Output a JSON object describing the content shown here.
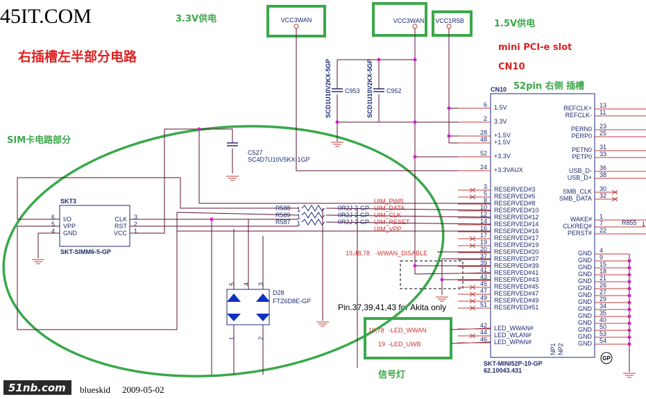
{
  "watermark": "45IT.COM",
  "title": "右插槽左半部分电路",
  "annotations": {
    "power_33": "3.3V供电",
    "power_15": "1.5V供电",
    "slot_desc": "mini PCI-e slot",
    "slot_ref": "CN10",
    "slot_pins": "52pin 右侧 插槽",
    "sim_section": "SIM卡电路部分",
    "led_section": "信号灯",
    "akita_note": "Pin.37,39,41,43 for Akita only"
  },
  "power_nets": {
    "vcc3wan_a": "VCC3WAN",
    "vcc3wan_b": "VCC3WAN",
    "vcc1r5b": "VCC1R5B"
  },
  "capacitors": {
    "c953": {
      "ref": "C953",
      "part": "SCD1U10V2KX-5GP"
    },
    "c952": {
      "ref": "C952",
      "part": "SCD1U10V2KX-5GP"
    },
    "c527": {
      "ref": "C527",
      "part": "SC4D7U10V5KX-1GP"
    }
  },
  "sim_socket": {
    "ref": "SKT3",
    "part": "SKT-SIMM6-5-GP",
    "left_pins": [
      {
        "num": "6",
        "label": "I/O"
      },
      {
        "num": "5",
        "label": "VPP"
      },
      {
        "num": "4",
        "label": "GND"
      }
    ],
    "right_pins": [
      {
        "num": "3",
        "label": "CLK"
      },
      {
        "num": "2",
        "label": "RST"
      },
      {
        "num": "1",
        "label": "VCC"
      }
    ]
  },
  "resistors": [
    {
      "ref": "R588",
      "pin": "1",
      "part": "0R2J-2-GP"
    },
    {
      "ref": "R589",
      "pin": "1",
      "part": "0R2J-2-GP"
    },
    {
      "ref": "R587",
      "pin": "1",
      "part": "0R2J-2-GP"
    }
  ],
  "uim_signals": [
    "UIM_PWR",
    "UIM_DATA",
    "UIM_CLK",
    "UIM_RESET",
    "UIM_VPP"
  ],
  "diode": {
    "ref": "D28",
    "part": "FTZ6D8E-GP",
    "pins_top": [
      "5",
      "4",
      "3"
    ],
    "pins_bottom": [
      "1",
      "2"
    ]
  },
  "wwan_disable": {
    "pages": "19,48,78",
    "name": "-WWAN_DISABLE"
  },
  "led_signals": [
    {
      "pages": "19,78",
      "name": "-LED_WWAN"
    },
    {
      "pages": "19",
      "name": "-LED_UWB"
    }
  ],
  "connector": {
    "ref": "CN10",
    "part": "SKT-MINI52P-10-GP",
    "part_number": "62.10043.431",
    "np": [
      "NP1",
      "NP2"
    ],
    "left_pins": [
      {
        "num": "6",
        "label": "1.5V"
      },
      {
        "num": "2",
        "label": "3.3V"
      },
      {
        "num": "28",
        "label": "+1.5V"
      },
      {
        "num": "48",
        "label": "+1.5V"
      },
      {
        "num": "52",
        "label": "+3.3V"
      },
      {
        "num": "24",
        "label": "+3.3VAUX"
      },
      {
        "num": "3",
        "label": "RESERVED#3"
      },
      {
        "num": "5",
        "label": "RESERVED#5"
      },
      {
        "num": "8",
        "label": "RESERVED#8"
      },
      {
        "num": "10",
        "label": "RESERVED#10"
      },
      {
        "num": "12",
        "label": "RESERVED#12"
      },
      {
        "num": "14",
        "label": "RESERVED#14"
      },
      {
        "num": "16",
        "label": "RESERVED#16"
      },
      {
        "num": "17",
        "label": "RESERVED#17"
      },
      {
        "num": "19",
        "label": "RESERVED#19"
      },
      {
        "num": "20",
        "label": "RESERVED#20"
      },
      {
        "num": "37",
        "label": "RESERVED#37"
      },
      {
        "num": "39",
        "label": "RESERVED#39"
      },
      {
        "num": "41",
        "label": "RESERVED#41"
      },
      {
        "num": "43",
        "label": "RESERVED#43"
      },
      {
        "num": "45",
        "label": "RESERVED#45"
      },
      {
        "num": "47",
        "label": "RESERVED#47"
      },
      {
        "num": "49",
        "label": "RESERVED#49"
      },
      {
        "num": "51",
        "label": "RESERVED#51"
      },
      {
        "num": "42",
        "label": "LED_WWAN#"
      },
      {
        "num": "44",
        "label": "LED_WLAN#"
      },
      {
        "num": "46",
        "label": "LED_WPAN#"
      }
    ],
    "right_pins": [
      {
        "num": "13",
        "label": "REFCLK+"
      },
      {
        "num": "11",
        "label": "REFCLK-"
      },
      {
        "num": "23",
        "label": "PERN0"
      },
      {
        "num": "25",
        "label": "PERP0"
      },
      {
        "num": "31",
        "label": "PETN0"
      },
      {
        "num": "33",
        "label": "PETP0"
      },
      {
        "num": "36",
        "label": "USB_D-"
      },
      {
        "num": "38",
        "label": "USB_D+"
      },
      {
        "num": "30",
        "label": "SMB_CLK"
      },
      {
        "num": "32",
        "label": "SMB_DATA"
      },
      {
        "num": "1",
        "label": "WAKE#"
      },
      {
        "num": "7",
        "label": "CLKREQ#"
      },
      {
        "num": "22",
        "label": "PERST#"
      }
    ],
    "gnd_pins": [
      "4",
      "9",
      "15",
      "18",
      "21",
      "26",
      "27",
      "29",
      "34",
      "35",
      "40",
      "50",
      "53",
      "54"
    ],
    "gnd_label": "GND"
  },
  "r855": {
    "ref": "R855",
    "pin": "1"
  },
  "footer": {
    "logo": "51nb.com",
    "author": "blueskid",
    "date": "2009-05-02"
  },
  "colors": {
    "wire": "#5a1030",
    "pin": "#c03838",
    "annotation_green": "#3aa84a",
    "title_red": "#e02020",
    "junction": "#d020d0",
    "text": "#1c2a6e"
  }
}
